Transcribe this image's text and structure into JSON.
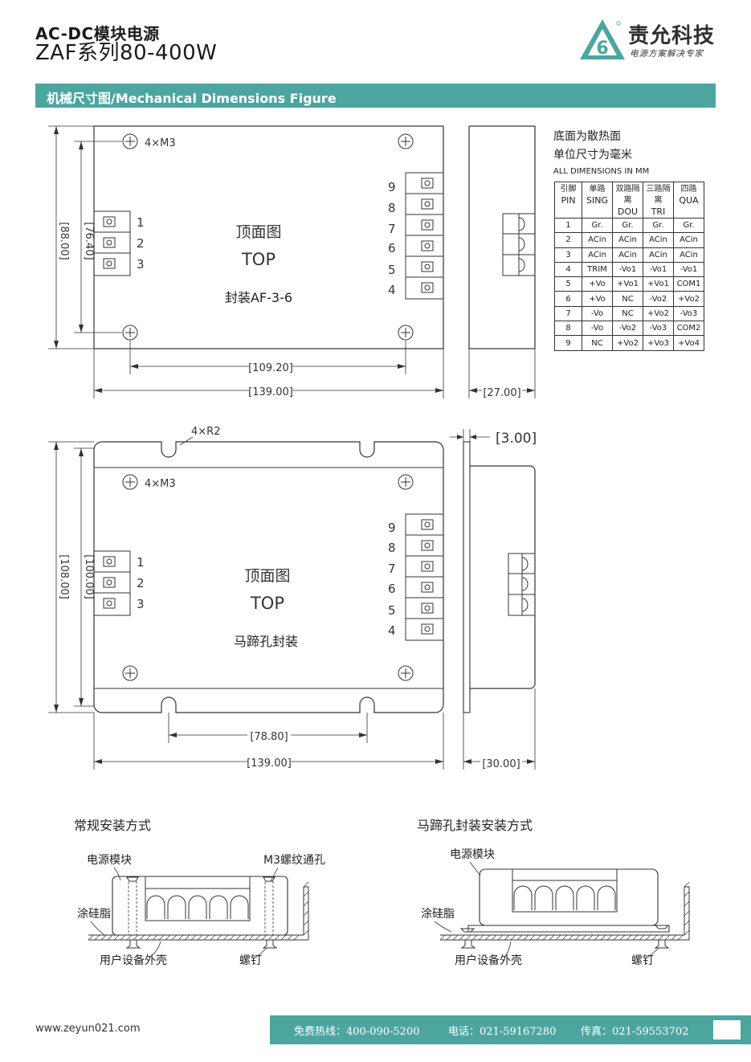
{
  "header": {
    "title_line1": "AC-DC模块电源",
    "title_line2": "ZAF系列80-400W",
    "brand_name": "责允科技",
    "brand_slogan": "电源方案解决专家",
    "logo_mark": "6"
  },
  "section": {
    "title": "机械尺寸图/Mechanical Dimensions Figure"
  },
  "notes": {
    "line1": "底面为散热面",
    "line2": "单位尺寸为毫米",
    "line3": "ALL DIMENSIONS IN MM"
  },
  "pin_table": {
    "headers": [
      {
        "cn": "引脚",
        "en": "PIN"
      },
      {
        "cn": "单路",
        "en": "SING"
      },
      {
        "cn": "双路隔离",
        "en": "DOU"
      },
      {
        "cn": "三路隔离",
        "en": "TRI"
      },
      {
        "cn": "四路",
        "en": "QUA"
      }
    ],
    "rows": [
      [
        "1",
        "Gr.",
        "Gr.",
        "Gr.",
        "Gr."
      ],
      [
        "2",
        "ACin",
        "ACin",
        "ACin",
        "ACin"
      ],
      [
        "3",
        "ACin",
        "ACin",
        "ACin",
        "ACin"
      ],
      [
        "4",
        "TRIM",
        "-Vo1",
        "-Vo1",
        "-Vo1"
      ],
      [
        "5",
        "+Vo",
        "+Vo1",
        "+Vo1",
        "COM1"
      ],
      [
        "6",
        "+Vo",
        "NC",
        "-Vo2",
        "+Vo2"
      ],
      [
        "7",
        "-Vo",
        "NC",
        "+Vo2",
        "-Vo3"
      ],
      [
        "8",
        "-Vo",
        "-Vo2",
        "-Vo3",
        "COM2"
      ],
      [
        "9",
        "NC",
        "+Vo2",
        "+Vo3",
        "+Vo4"
      ]
    ]
  },
  "figure1": {
    "screw_label": "4×M3",
    "pins_left": [
      "1",
      "2",
      "3"
    ],
    "pins_right": [
      "9",
      "8",
      "7",
      "6",
      "5",
      "4"
    ],
    "view_cn": "顶面图",
    "view_en": "TOP",
    "package": "封装AF-3-6",
    "dim_height_outer": "[88.00]",
    "dim_height_inner": "[76.40]",
    "dim_width_inner": "[109.20]",
    "dim_width_outer": "[139.00]",
    "dim_depth": "[27.00]"
  },
  "figure2": {
    "slot_label": "4×R2",
    "screw_label": "4×M3",
    "pins_left": [
      "1",
      "2",
      "3"
    ],
    "pins_right": [
      "9",
      "8",
      "7",
      "6",
      "5",
      "4"
    ],
    "view_cn": "顶面图",
    "view_en": "TOP",
    "package": "马蹄孔封装",
    "dim_flange": "[3.00]",
    "dim_height_outer": "[108.00]",
    "dim_height_inner": "[100.00]",
    "dim_width_inner": "[78.80]",
    "dim_width_outer": "[139.00]",
    "dim_depth": "[30.00]"
  },
  "mount1": {
    "title": "常规安装方式",
    "label_module": "电源模块",
    "label_hole": "M3螺纹通孔",
    "label_grease": "涂硅脂",
    "label_shell": "用户设备外壳",
    "label_screw": "螺钉"
  },
  "mount2": {
    "title": "马蹄孔封装安装方式",
    "label_module": "电源模块",
    "label_grease": "涂硅脂",
    "label_shell": "用户设备外壳",
    "label_screw": "螺钉"
  },
  "footer": {
    "url": "www.zeyun021.com",
    "hotline": "免费热线：400-090-5200",
    "phone": "电话：021-59167280",
    "fax": "传真：021-59553702"
  },
  "colors": {
    "accent": "#4da5a0",
    "text": "#222222"
  }
}
